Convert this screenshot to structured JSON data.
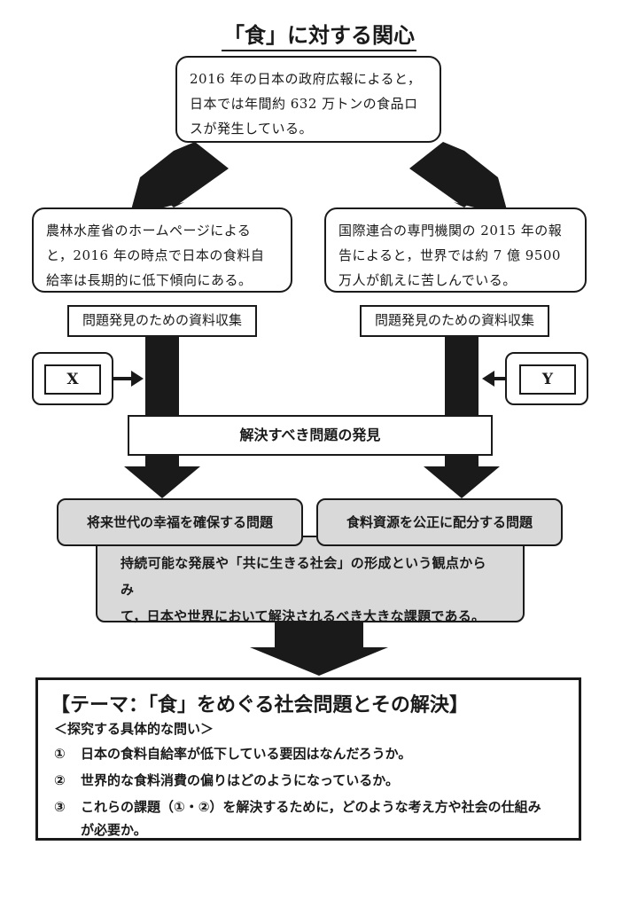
{
  "title": "「食」に対する関心",
  "top_box": {
    "lines": [
      "2016 年の日本の政府広報によると，",
      "日本では年間約 632 万トンの食品ロ",
      "スが発生している。"
    ]
  },
  "left_box": {
    "lines": [
      "農林水産省のホームページによる",
      "と，2016 年の時点で日本の食料自",
      "給率は長期的に低下傾向にある。"
    ]
  },
  "right_box": {
    "lines": [
      "国際連合の専門機関の 2015 年の報",
      "告によると，世界では約 7 億 9500",
      "万人が飢えに苦しんでいる。"
    ]
  },
  "left_label": "問題発見のための資料収集",
  "right_label": "問題発見のための資料収集",
  "x_label": "X",
  "y_label": "Y",
  "discover_label": "解決すべき問題の発見",
  "problem_left": "将来世代の幸福を確保する問題",
  "problem_right": "食料資源を公正に配分する問題",
  "summary": {
    "lines": [
      "持続可能な発展や「共に生きる社会」の形成という観点からみ",
      "て，日本や世界において解決されるべき大きな課題である。"
    ]
  },
  "theme": {
    "title": "【テーマ：「食」をめぐる社会問題とその解決】",
    "subtitle": "＜探究する具体的な問い＞",
    "questions": [
      {
        "num": "①",
        "text": "日本の食料自給率が低下している要因はなんだろうか。"
      },
      {
        "num": "②",
        "text": "世界的な食料消費の偏りはどのようになっているか。"
      },
      {
        "num": "③",
        "text": "これらの課題（①・②）を解決するために，どのような考え方や社会の仕組み",
        "text2": "が必要か。"
      }
    ]
  },
  "colors": {
    "ink": "#1a1a1a",
    "grey_box": "#d9d9d9",
    "background": "#ffffff"
  }
}
